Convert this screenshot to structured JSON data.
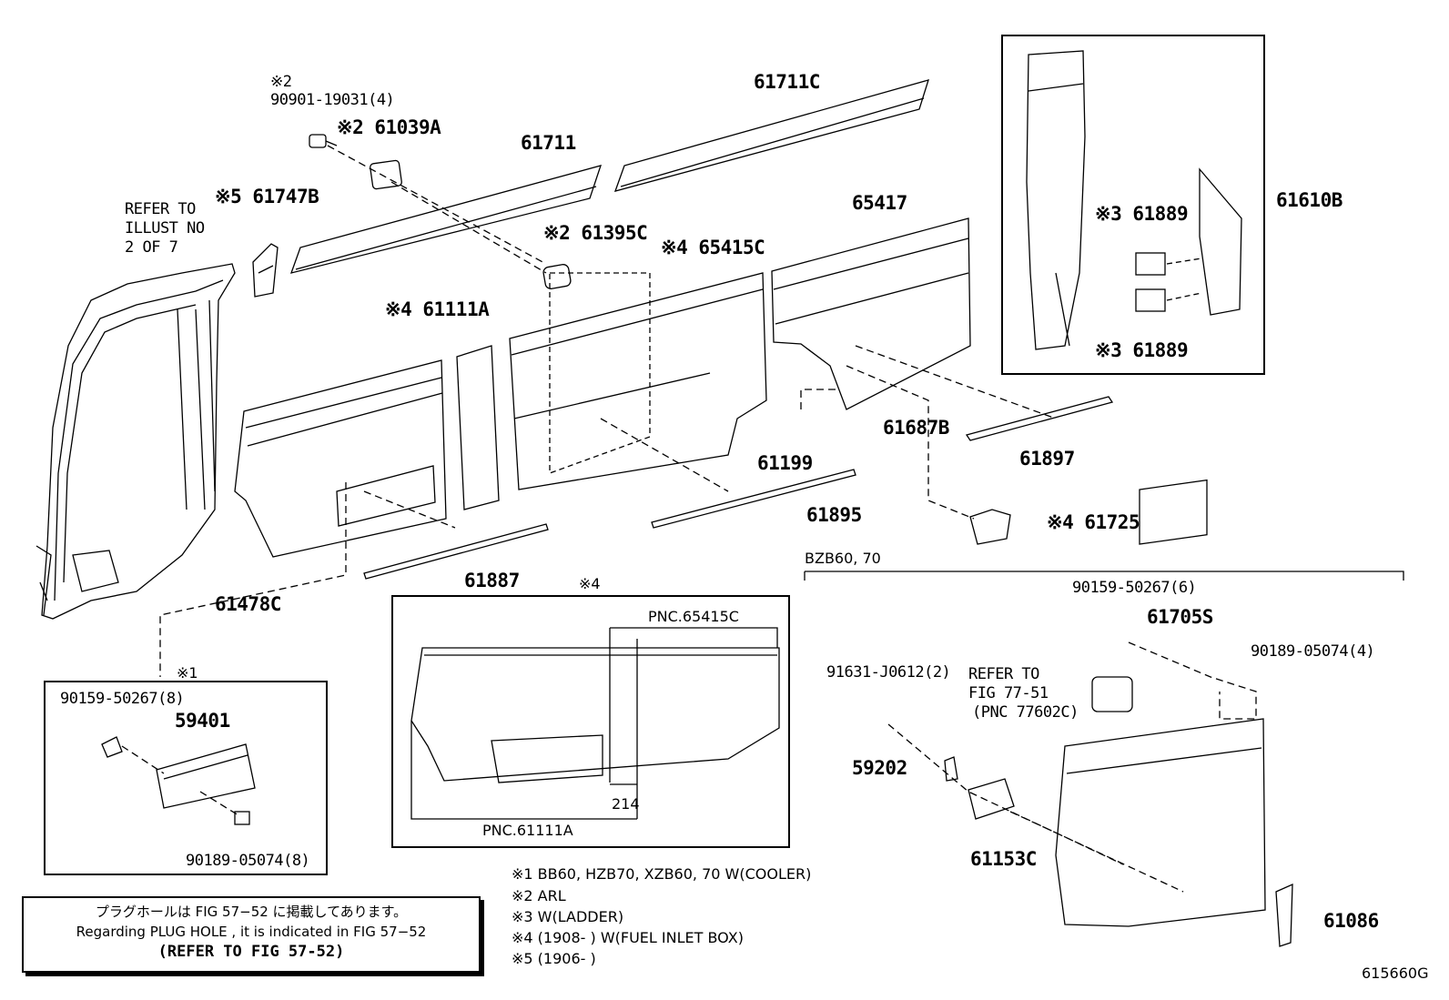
{
  "diagram": {
    "parts": {
      "p61711C": "61711C",
      "p61711": "61711",
      "p65417": "65417",
      "p61610B": "61610B",
      "p61889a": "※3 61889",
      "p61889b": "※3 61889",
      "n90901": "※2\n90901-19031(4)",
      "p61039A": "※2 61039A",
      "p61747B": "※5 61747B",
      "refer1": "REFER TO\nILLUST NO\n2 OF 7",
      "p61395C": "※2 61395C",
      "p65415C": "※4 65415C",
      "p61111A": "※4 61111A",
      "p61199": "61199",
      "p61687B": "61687B",
      "p61897": "61897",
      "p61895": "61895",
      "p61725": "※4 61725",
      "p61887": "61887",
      "p61478C": "61478C",
      "x4": "※4",
      "pnc65415C": "PNC.65415C",
      "pnc61111A": "PNC.61111A",
      "dim214": "214",
      "x1": "※1",
      "b90159a": "90159-50267(8)",
      "b59401": "59401",
      "b90189a": "90189-05074(8)",
      "bzb": "BZB60, 70",
      "c90159": "90159-50267(6)",
      "c61705S": "61705S",
      "c90189": "90189-05074(4)",
      "c91631": "91631-J0612(2)",
      "cRefer": "REFER TO\nFIG 77-51",
      "cPnc": "(PNC 77602C)",
      "c59202": "59202",
      "c61153C": "61153C",
      "c61086": "61086"
    },
    "notes": [
      "※1  BB60, HZB70, XZB60, 70 W(COOLER)",
      "※2  ARL",
      "※3  W(LADDER)",
      "※4 (1908-        ) W(FUEL INLET BOX)",
      "※5 (1906-        )"
    ],
    "plug": {
      "jp": "プラグホールは FIG 57−52 に掲載してあります。",
      "en": "Regarding  PLUG  HOLE , it is indicated in FIG  57−52",
      "ref": "(REFER TO FIG 57-52)"
    },
    "figure_id": "615660G"
  }
}
